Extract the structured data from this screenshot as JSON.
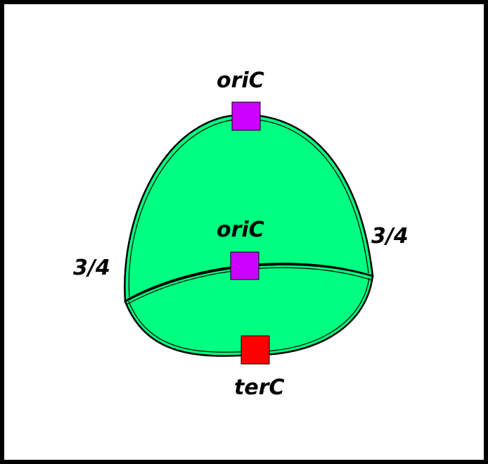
{
  "labels": {
    "ori_top": "oriC",
    "ori_middle": "oriC",
    "ter": "terC",
    "fraction_left": "3/4",
    "fraction_right": "3/4"
  },
  "colors": {
    "background": "#ffffff",
    "frame": "#000000",
    "chromosome_fill": "#00ff80",
    "chromosome_outline": "#000000",
    "oriC_marker": "#cc00ff",
    "terC_marker": "#ff0000"
  }
}
